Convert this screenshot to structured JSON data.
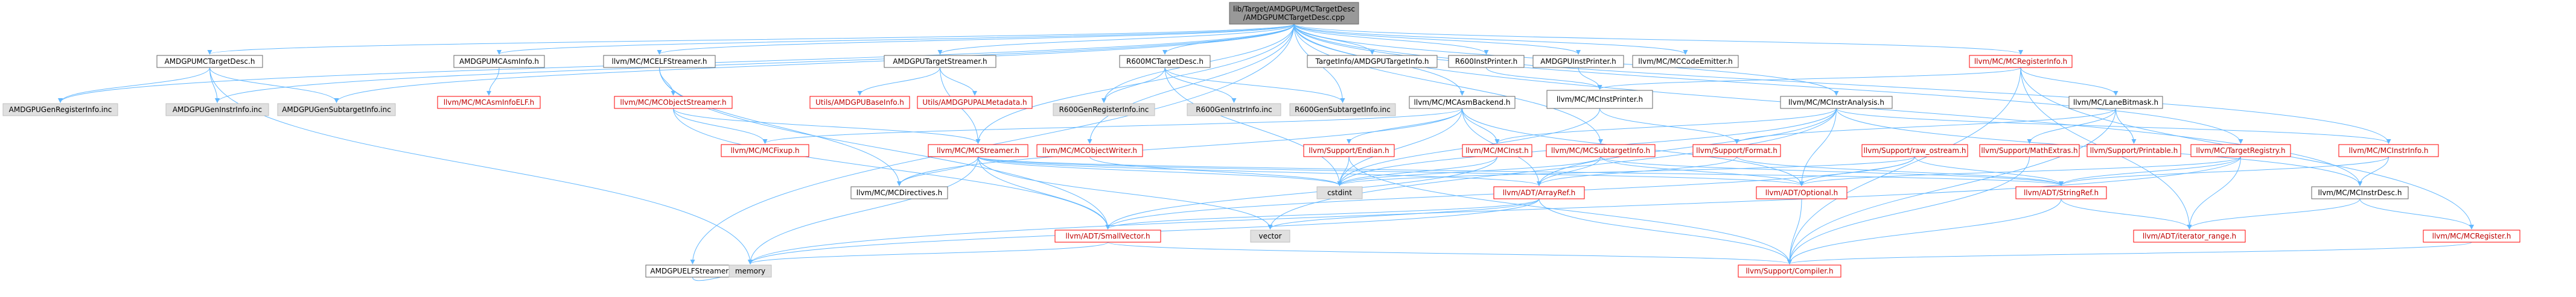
{
  "colors": {
    "edge": "#63b8ff",
    "edge_dark": "#404040",
    "border_default": "#666666",
    "border_missing": "#bfbfbf",
    "border_red": "#ff0000",
    "fill_default": "#ffffff",
    "fill_gray": "#e0e0e0",
    "fill_root": "#999999",
    "text_default": "#000000",
    "text_red": "#bf0000"
  },
  "nodes": [
    {
      "id": "root",
      "lines": [
        "lib/Target/AMDGPU/MCTargetDesc",
        "/AMDGPUMCTargetDesc.cpp"
      ],
      "style": "root"
    },
    {
      "id": "n_amdgpu_mctargetdesc_h",
      "lines": [
        "AMDGPUMCTargetDesc.h"
      ],
      "style": "default"
    },
    {
      "id": "n_amdgpugenregisterinfo_inc",
      "lines": [
        "AMDGPUGenRegisterInfo.inc"
      ],
      "style": "gray"
    },
    {
      "id": "n_amdgpugeninstrinfo_inc",
      "lines": [
        "AMDGPUGenInstrInfo.inc"
      ],
      "style": "gray"
    },
    {
      "id": "n_amdgpugensubtargetinfo_inc",
      "lines": [
        "AMDGPUGenSubtargetInfo.inc"
      ],
      "style": "gray"
    },
    {
      "id": "n_amdgpumcasminfo_h",
      "lines": [
        "AMDGPUMCAsmInfo.h"
      ],
      "style": "default"
    },
    {
      "id": "n_mcasminfoelf_h",
      "lines": [
        "llvm/MC/MCAsmInfoELF.h"
      ],
      "style": "red"
    },
    {
      "id": "n_mcelfstreamer_h",
      "lines": [
        "llvm/MC/MCELFStreamer.h"
      ],
      "style": "default"
    },
    {
      "id": "n_mcobjectstreamer_h",
      "lines": [
        "llvm/MC/MCObjectStreamer.h"
      ],
      "style": "red"
    },
    {
      "id": "n_amdgputargetstreamer_h",
      "lines": [
        "AMDGPUTargetStreamer.h"
      ],
      "style": "default"
    },
    {
      "id": "n_amdgpubaseinfo_h",
      "lines": [
        "Utils/AMDGPUBaseInfo.h"
      ],
      "style": "red"
    },
    {
      "id": "n_amdgpupalmetadata_h",
      "lines": [
        "Utils/AMDGPUPALMetadata.h"
      ],
      "style": "red"
    },
    {
      "id": "n_r600mctargetdesc_h",
      "lines": [
        "R600MCTargetDesc.h"
      ],
      "style": "default"
    },
    {
      "id": "n_r600genregisterinfo_inc",
      "lines": [
        "R600GenRegisterInfo.inc"
      ],
      "style": "gray"
    },
    {
      "id": "n_r600geninstrinfo_inc",
      "lines": [
        "R600GenInstrInfo.inc"
      ],
      "style": "gray"
    },
    {
      "id": "n_r600gensubtargetinfo_inc",
      "lines": [
        "R600GenSubtargetInfo.inc"
      ],
      "style": "gray"
    },
    {
      "id": "n_targetinfo_h",
      "lines": [
        "TargetInfo/AMDGPUTargetInfo.h"
      ],
      "style": "default"
    },
    {
      "id": "n_r600instprinter_h",
      "lines": [
        "R600InstPrinter.h"
      ],
      "style": "default"
    },
    {
      "id": "n_amdgpuinstprinter_h",
      "lines": [
        "AMDGPUInstPrinter.h"
      ],
      "style": "default"
    },
    {
      "id": "n_mccodeemitter_h",
      "lines": [
        "llvm/MC/MCCodeEmitter.h"
      ],
      "style": "default"
    },
    {
      "id": "n_mcregisterinfo_h",
      "lines": [
        "llvm/MC/MCRegisterInfo.h"
      ],
      "style": "red"
    },
    {
      "id": "n_mcasmbackend_h",
      "lines": [
        "llvm/MC/MCAsmBackend.h"
      ],
      "style": "default"
    },
    {
      "id": "n_mcinstprinter_h",
      "lines": [
        "llvm/MC/MCInstPrinter.h"
      ],
      "style": "default"
    },
    {
      "id": "n_mcinstranalysis_h",
      "lines": [
        "llvm/MC/MCInstrAnalysis.h"
      ],
      "style": "default"
    },
    {
      "id": "n_lanebitmask_h",
      "lines": [
        "llvm/MC/LaneBitmask.h"
      ],
      "style": "default"
    },
    {
      "id": "n_amdgpuelfstreamer_h",
      "lines": [
        "AMDGPUELFStreamer.h"
      ],
      "style": "default"
    },
    {
      "id": "n_mcfixup_h",
      "lines": [
        "llvm/MC/MCFixup.h"
      ],
      "style": "red"
    },
    {
      "id": "n_mcstreamer_h",
      "lines": [
        "llvm/MC/MCStreamer.h"
      ],
      "style": "red"
    },
    {
      "id": "n_mcobjectwriter_h",
      "lines": [
        "llvm/MC/MCObjectWriter.h"
      ],
      "style": "red"
    },
    {
      "id": "n_endian_h",
      "lines": [
        "llvm/Support/Endian.h"
      ],
      "style": "red"
    },
    {
      "id": "n_mcinst_h",
      "lines": [
        "llvm/MC/MCInst.h"
      ],
      "style": "red"
    },
    {
      "id": "n_mcsubtargetinfo_h",
      "lines": [
        "llvm/MC/MCSubtargetInfo.h"
      ],
      "style": "red"
    },
    {
      "id": "n_format_h",
      "lines": [
        "llvm/Support/Format.h"
      ],
      "style": "red"
    },
    {
      "id": "n_raw_ostream_h",
      "lines": [
        "llvm/Support/raw_ostream.h"
      ],
      "style": "red"
    },
    {
      "id": "n_mathextras_h",
      "lines": [
        "llvm/Support/MathExtras.h"
      ],
      "style": "red"
    },
    {
      "id": "n_printable_h",
      "lines": [
        "llvm/Support/Printable.h"
      ],
      "style": "red"
    },
    {
      "id": "n_targetregistry_h",
      "lines": [
        "llvm/MC/TargetRegistry.h"
      ],
      "style": "red"
    },
    {
      "id": "n_mcinstrinfo_h",
      "lines": [
        "llvm/MC/MCInstrInfo.h"
      ],
      "style": "red"
    },
    {
      "id": "n_mcdirectives_h",
      "lines": [
        "llvm/MC/MCDirectives.h"
      ],
      "style": "default"
    },
    {
      "id": "n_cstdint",
      "lines": [
        "cstdint"
      ],
      "style": "gray"
    },
    {
      "id": "n_arrayref_h",
      "lines": [
        "llvm/ADT/ArrayRef.h"
      ],
      "style": "red"
    },
    {
      "id": "n_optional_h",
      "lines": [
        "llvm/ADT/Optional.h"
      ],
      "style": "red"
    },
    {
      "id": "n_stringref_h",
      "lines": [
        "llvm/ADT/StringRef.h"
      ],
      "style": "red"
    },
    {
      "id": "n_mcinstrdesc_h",
      "lines": [
        "llvm/MC/MCInstrDesc.h"
      ],
      "style": "default"
    },
    {
      "id": "n_vector",
      "lines": [
        "vector"
      ],
      "style": "gray"
    },
    {
      "id": "n_smallvector_h",
      "lines": [
        "llvm/ADT/SmallVector.h"
      ],
      "style": "red"
    },
    {
      "id": "n_iterator_range_h",
      "lines": [
        "llvm/ADT/iterator_range.h"
      ],
      "style": "red"
    },
    {
      "id": "n_mcregister_h",
      "lines": [
        "llvm/MC/MCRegister.h"
      ],
      "style": "red"
    },
    {
      "id": "n_memory",
      "lines": [
        "memory"
      ],
      "style": "gray"
    },
    {
      "id": "n_compiler_h",
      "lines": [
        "llvm/Support/Compiler.h"
      ],
      "style": "red"
    }
  ],
  "edges": [
    [
      "root",
      "n_amdgpu_mctargetdesc_h"
    ],
    [
      "root",
      "n_amdgpugenregisterinfo_inc"
    ],
    [
      "root",
      "n_amdgpugeninstrinfo_inc"
    ],
    [
      "root",
      "n_amdgpugensubtargetinfo_inc"
    ],
    [
      "root",
      "n_amdgpumcasminfo_h"
    ],
    [
      "root",
      "n_mcelfstreamer_h"
    ],
    [
      "root",
      "n_amdgputargetstreamer_h"
    ],
    [
      "root",
      "n_r600mctargetdesc_h"
    ],
    [
      "root",
      "n_targetinfo_h"
    ],
    [
      "root",
      "n_r600instprinter_h"
    ],
    [
      "root",
      "n_amdgpuinstprinter_h"
    ],
    [
      "root",
      "n_mccodeemitter_h"
    ],
    [
      "root",
      "n_mcregisterinfo_h"
    ],
    [
      "root",
      "n_mcasmbackend_h"
    ],
    [
      "root",
      "n_mcinstranalysis_h"
    ],
    [
      "root",
      "n_amdgpuelfstreamer_h"
    ],
    [
      "root",
      "n_r600genregisterinfo_inc"
    ],
    [
      "root",
      "n_r600gensubtargetinfo_inc"
    ],
    [
      "root",
      "n_mcinstrinfo_h"
    ],
    [
      "root",
      "n_targetregistry_h"
    ],
    [
      "root",
      "n_mcsubtargetinfo_h"
    ],
    [
      "root",
      "n_mcinstrdesc_h"
    ],
    [
      "root",
      "n_mcobjectwriter_h"
    ],
    [
      "root",
      "n_mcstreamer_h"
    ],
    [
      "n_amdgpu_mctargetdesc_h",
      "n_amdgpugenregisterinfo_inc"
    ],
    [
      "n_amdgpu_mctargetdesc_h",
      "n_amdgpugeninstrinfo_inc"
    ],
    [
      "n_amdgpu_mctargetdesc_h",
      "n_amdgpugensubtargetinfo_inc"
    ],
    [
      "n_amdgpu_mctargetdesc_h",
      "n_memory"
    ],
    [
      "n_amdgpumcasminfo_h",
      "n_mcasminfoelf_h"
    ],
    [
      "n_mcelfstreamer_h",
      "n_mcobjectstreamer_h"
    ],
    [
      "n_mcelfstreamer_h",
      "n_smallvector_h"
    ],
    [
      "n_mcelfstreamer_h",
      "n_mcdirectives_h"
    ],
    [
      "n_mcobjectstreamer_h",
      "n_mcfixup_h"
    ],
    [
      "n_mcobjectstreamer_h",
      "n_mcstreamer_h"
    ],
    [
      "n_mcobjectstreamer_h",
      "n_smallvector_h"
    ],
    [
      "n_amdgputargetstreamer_h",
      "n_amdgpubaseinfo_h"
    ],
    [
      "n_amdgputargetstreamer_h",
      "n_amdgpupalmetadata_h"
    ],
    [
      "n_amdgputargetstreamer_h",
      "n_mcstreamer_h"
    ],
    [
      "n_r600mctargetdesc_h",
      "n_r600genregisterinfo_inc"
    ],
    [
      "n_r600mctargetdesc_h",
      "n_r600geninstrinfo_inc"
    ],
    [
      "n_r600mctargetdesc_h",
      "n_r600gensubtargetinfo_inc"
    ],
    [
      "n_r600mctargetdesc_h",
      "n_cstdint"
    ],
    [
      "n_r600instprinter_h",
      "n_mcinstprinter_h"
    ],
    [
      "n_amdgpuinstprinter_h",
      "n_mcinstprinter_h"
    ],
    [
      "n_mcinstprinter_h",
      "n_format_h"
    ],
    [
      "n_mcinstprinter_h",
      "n_cstdint"
    ],
    [
      "n_mcregisterinfo_h",
      "n_lanebitmask_h"
    ],
    [
      "n_mcregisterinfo_h",
      "n_mcregister_h"
    ],
    [
      "n_mcregisterinfo_h",
      "n_iterator_range_h"
    ],
    [
      "n_mcregisterinfo_h",
      "n_compiler_h"
    ],
    [
      "n_mcregisterinfo_h",
      "n_mcinstprinter_h"
    ],
    [
      "n_lanebitmask_h",
      "n_compiler_h"
    ],
    [
      "n_lanebitmask_h",
      "n_mathextras_h"
    ],
    [
      "n_lanebitmask_h",
      "n_printable_h"
    ],
    [
      "n_lanebitmask_h",
      "n_format_h"
    ],
    [
      "n_mcasmbackend_h",
      "n_arrayref_h"
    ],
    [
      "n_mcasmbackend_h",
      "n_optional_h"
    ],
    [
      "n_mcasmbackend_h",
      "n_mcdirectives_h"
    ],
    [
      "n_mcasmbackend_h",
      "n_mcfixup_h"
    ],
    [
      "n_mcasmbackend_h",
      "n_endian_h"
    ],
    [
      "n_mcasmbackend_h",
      "n_cstdint"
    ],
    [
      "n_mcasmbackend_h",
      "n_mcinst_h"
    ],
    [
      "n_mcinstranalysis_h",
      "n_arrayref_h"
    ],
    [
      "n_mcinstranalysis_h",
      "n_mcinst_h"
    ],
    [
      "n_mcinstranalysis_h",
      "n_mcinstrdesc_h"
    ],
    [
      "n_mcinstranalysis_h",
      "n_mcinstrinfo_h"
    ],
    [
      "n_mcinstranalysis_h",
      "n_cstdint"
    ],
    [
      "n_mcinstranalysis_h",
      "n_vector"
    ],
    [
      "n_mcinstranalysis_h",
      "n_optional_h"
    ],
    [
      "n_amdgpuelfstreamer_h",
      "n_memory"
    ],
    [
      "n_mcstreamer_h",
      "n_arrayref_h"
    ],
    [
      "n_mcstreamer_h",
      "n_optional_h"
    ],
    [
      "n_mcstreamer_h",
      "n_smallvector_h"
    ],
    [
      "n_mcstreamer_h",
      "n_mcdirectives_h"
    ],
    [
      "n_mcstreamer_h",
      "n_cstdint"
    ],
    [
      "n_mcstreamer_h",
      "n_memory"
    ],
    [
      "n_mcstreamer_h",
      "n_vector"
    ],
    [
      "n_mcstreamer_h",
      "n_stringref_h"
    ],
    [
      "n_mcobjectwriter_h",
      "n_cstdint"
    ],
    [
      "n_endian_h",
      "n_cstdint"
    ],
    [
      "n_endian_h",
      "n_compiler_h"
    ],
    [
      "n_mcinst_h",
      "n_cstdint"
    ],
    [
      "n_mcinst_h",
      "n_smallvector_h"
    ],
    [
      "n_mcsubtargetinfo_h",
      "n_arrayref_h"
    ],
    [
      "n_mcsubtargetinfo_h",
      "n_stringref_h"
    ],
    [
      "n_mcsubtargetinfo_h",
      "n_optional_h"
    ],
    [
      "n_mcsubtargetinfo_h",
      "n_cstdint"
    ],
    [
      "n_format_h",
      "n_arrayref_h"
    ],
    [
      "n_format_h",
      "n_stringref_h"
    ],
    [
      "n_raw_ostream_h",
      "n_stringref_h"
    ],
    [
      "n_raw_ostream_h",
      "n_optional_h"
    ],
    [
      "n_raw_ostream_h",
      "n_cstdint"
    ],
    [
      "n_raw_ostream_h",
      "n_smallvector_h"
    ],
    [
      "n_mathextras_h",
      "n_compiler_h"
    ],
    [
      "n_targetregistry_h",
      "n_stringref_h"
    ],
    [
      "n_targetregistry_h",
      "n_iterator_range_h"
    ],
    [
      "n_targetregistry_h",
      "n_optional_h"
    ],
    [
      "n_targetregistry_h",
      "n_memory"
    ],
    [
      "n_mcinstrinfo_h",
      "n_mcinstrdesc_h"
    ],
    [
      "n_mcinstrinfo_h",
      "n_stringref_h"
    ],
    [
      "n_mcinstrdesc_h",
      "n_iterator_range_h"
    ],
    [
      "n_mcinstrdesc_h",
      "n_mcregister_h"
    ],
    [
      "n_arrayref_h",
      "n_smallvector_h"
    ],
    [
      "n_arrayref_h",
      "n_compiler_h"
    ],
    [
      "n_arrayref_h",
      "n_vector"
    ],
    [
      "n_arrayref_h",
      "n_memory"
    ],
    [
      "n_optional_h",
      "n_compiler_h"
    ],
    [
      "n_stringref_h",
      "n_compiler_h"
    ],
    [
      "n_stringref_h",
      "n_iterator_range_h"
    ],
    [
      "n_smallvector_h",
      "n_compiler_h"
    ],
    [
      "n_smallvector_h",
      "n_memory"
    ],
    [
      "n_mcregister_h",
      "n_compiler_h"
    ]
  ]
}
